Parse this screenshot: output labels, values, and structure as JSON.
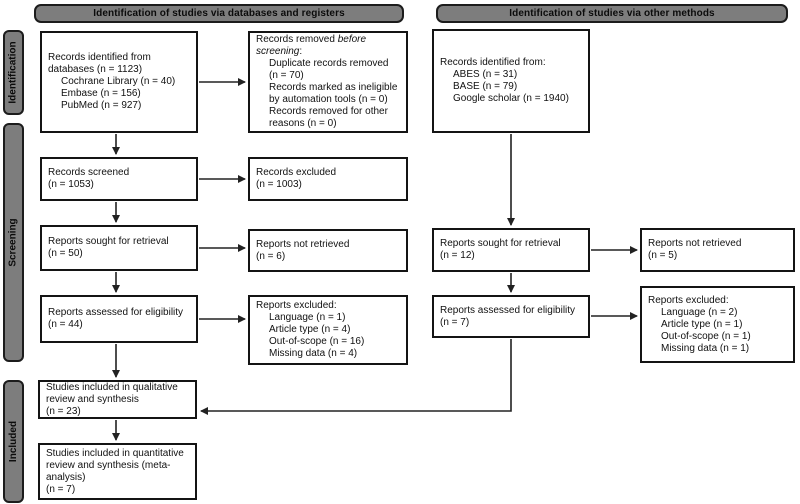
{
  "figure": "PRISMA flow diagram of study identification and screening",
  "colors": {
    "banner_bg": "#7d7d7d",
    "banner_border": "#1c1c1c",
    "box_border": "#141414",
    "box_bg": "#ffffff",
    "text": "#111111",
    "arrow": "#222222"
  },
  "banners": {
    "databases": "Identification of studies via databases and registers",
    "other": "Identification of studies via other methods"
  },
  "stages": {
    "identification": "Identification",
    "screening": "Screening",
    "included": "Included"
  },
  "boxes": {
    "db_identified": {
      "head_lines": [
        "Records identified from",
        "databases (n = 1123)"
      ],
      "item_lines": [
        "Cochrane Library (n = 40)",
        "Embase (n = 156)",
        "PubMed (n = 927)"
      ]
    },
    "records_removed": {
      "head_plain": "Records removed ",
      "head_italic_1": "before",
      "head_italic_2": "screening",
      "head_colon": ":",
      "item_lines": [
        "Duplicate records removed",
        "(n = 70)",
        "Records marked as ineligible",
        "by automation tools (n = 0)",
        "Records removed for other",
        "reasons (n = 0)"
      ]
    },
    "records_screened": {
      "lines": [
        "Records screened",
        "(n = 1053)"
      ]
    },
    "records_excluded": {
      "lines": [
        "Records excluded",
        "(n = 1003)"
      ]
    },
    "reports_sought_db": {
      "lines": [
        "Reports sought for retrieval",
        "(n = 50)"
      ]
    },
    "reports_not_retrieved_db": {
      "lines": [
        "Reports not retrieved",
        "(n = 6)"
      ]
    },
    "reports_assessed_db": {
      "lines": [
        "Reports assessed for eligibility",
        "(n = 44)"
      ]
    },
    "reports_excluded_db": {
      "head": "Reports excluded:",
      "item_lines": [
        "Language (n = 1)",
        "Article type (n = 4)",
        "Out-of-scope (n = 16)",
        "Missing data (n = 4)"
      ]
    },
    "qualitative_included": {
      "lines": [
        "Studies included in qualitative",
        "review and synthesis",
        "(n = 23)"
      ]
    },
    "quantitative_included": {
      "lines": [
        "Studies included in quantitative",
        "review and synthesis (meta-",
        "analysis)",
        "(n = 7)"
      ]
    },
    "other_identified": {
      "head": "Records identified from:",
      "item_lines": [
        "ABES (n = 31)",
        "BASE (n = 79)",
        "Google scholar (n = 1940)"
      ]
    },
    "reports_sought_other": {
      "lines": [
        "Reports sought for retrieval",
        "(n = 12)"
      ]
    },
    "reports_not_retrieved_other": {
      "lines": [
        "Reports not retrieved",
        "(n = 5)"
      ]
    },
    "reports_assessed_other": {
      "lines": [
        "Reports assessed for eligibility",
        "(n = 7)"
      ]
    },
    "reports_excluded_other": {
      "head": "Reports excluded:",
      "item_lines": [
        "Language (n = 2)",
        "Article type (n = 1)",
        "Out-of-scope (n = 1)",
        "Missing data (n = 1)"
      ]
    }
  }
}
